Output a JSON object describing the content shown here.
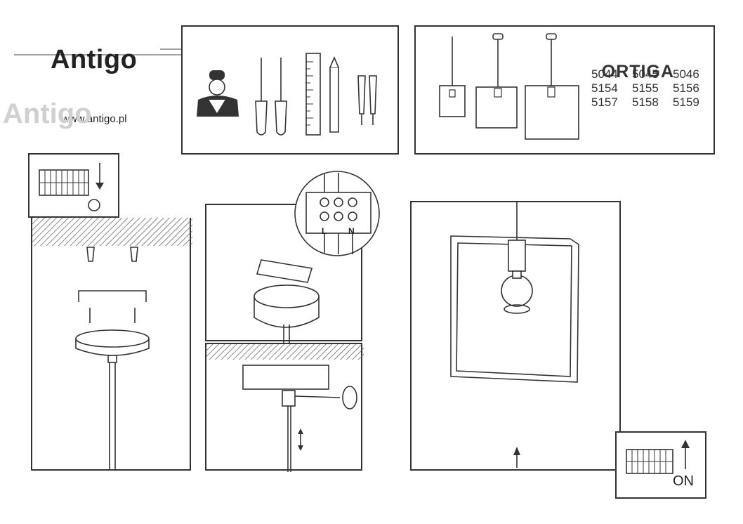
{
  "brand": {
    "name": "Antigo",
    "website": "www.antigo.pl"
  },
  "product": {
    "name": "ORTIGA",
    "codes": [
      "5044",
      "5045",
      "5046",
      "5154",
      "5155",
      "5156",
      "5157",
      "5158",
      "5159"
    ]
  },
  "terminal": {
    "labels": [
      "L",
      "N"
    ]
  },
  "switch": {
    "state_label": "ON"
  },
  "icons": [
    "installer-icon",
    "screwdriver-icon",
    "ruler-icon",
    "pencil-icon",
    "wall-plug-icon",
    "pendant-lamp-icon",
    "ceiling-canopy-icon",
    "mounting-bracket-icon",
    "screw-icon",
    "terminal-block-icon",
    "bulb-icon",
    "arrow-up-icon",
    "circuit-breaker-icon"
  ]
}
